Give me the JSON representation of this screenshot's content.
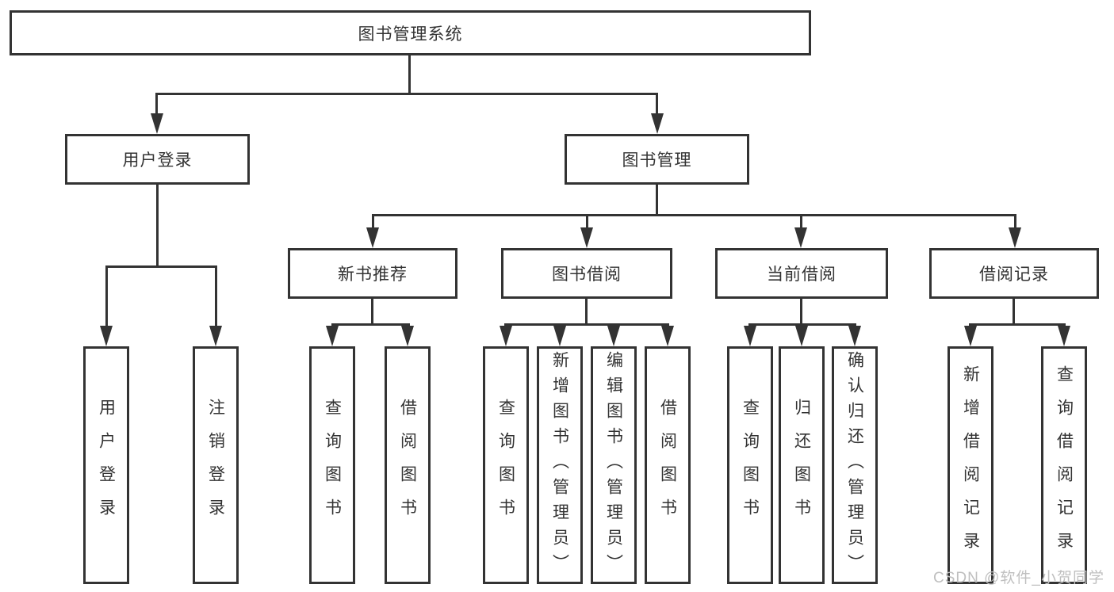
{
  "diagram_title": "图书管理系统",
  "tree": {
    "root": {
      "label": "图书管理系统"
    },
    "branches": [
      {
        "label": "用户登录",
        "children": [
          {
            "label": "用户登录"
          },
          {
            "label": "注销登录"
          }
        ]
      },
      {
        "label": "图书管理",
        "children": [
          {
            "label": "新书推荐",
            "children": [
              {
                "label": "查询图书"
              },
              {
                "label": "借阅图书"
              }
            ]
          },
          {
            "label": "图书借阅",
            "children": [
              {
                "label": "查询图书"
              },
              {
                "label": "新增图书（管理员）"
              },
              {
                "label": "编辑图书（管理员）"
              },
              {
                "label": "借阅图书"
              }
            ]
          },
          {
            "label": "当前借阅",
            "children": [
              {
                "label": "查询图书"
              },
              {
                "label": "归还图书"
              },
              {
                "label": "确认归还（管理员）"
              }
            ]
          },
          {
            "label": "借阅记录",
            "children": [
              {
                "label": "新增借阅记录"
              },
              {
                "label": "查询借阅记录"
              }
            ]
          }
        ]
      }
    ]
  },
  "watermark": {
    "text": "CSDN @软件_小贺同学"
  },
  "colors": {
    "line": "#333333",
    "text": "#333333",
    "box_background": "#ffffff",
    "page_background": "#ffffff",
    "watermark": "#bfbfbf"
  }
}
